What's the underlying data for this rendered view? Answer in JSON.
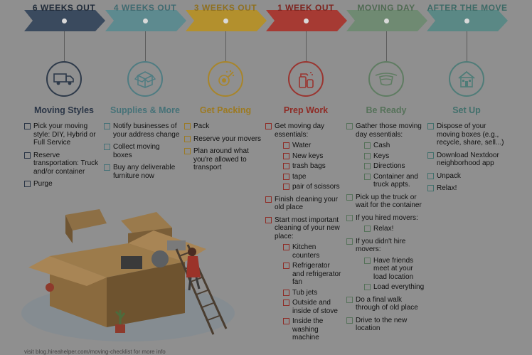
{
  "colors": {
    "navy": "#3a4a5e",
    "teal": "#5d8a8f",
    "mustard": "#b3902d",
    "red": "#a63a33",
    "sage": "#6f8a72",
    "teal2": "#5a8885"
  },
  "stages": [
    {
      "title": "6 WEEKS OUT",
      "color": "#3a4a5e",
      "icon": "truck-icon",
      "column": "Moving Styles"
    },
    {
      "title": "4 WEEKS OUT",
      "color": "#5d8a8f",
      "icon": "open-box-icon",
      "column": "Supplies & More"
    },
    {
      "title": "3 WEEKS OUT",
      "color": "#b3902d",
      "icon": "tape-dispenser-icon",
      "column": "Get Packing"
    },
    {
      "title": "1 WEEK OUT",
      "color": "#a63a33",
      "icon": "cleaning-spray-icon",
      "column": "Prep Work"
    },
    {
      "title": "MOVING DAY",
      "color": "#6f8a72",
      "icon": "fanny-pack-icon",
      "column": "Be Ready"
    },
    {
      "title": "AFTER THE MOVE",
      "color": "#5a8885",
      "icon": "house-icon",
      "column": "Set Up"
    }
  ],
  "lists": {
    "moving_styles": [
      "Pick your moving style: DIY, Hybrid or Full Service",
      "Reserve transportation: Truck and/or container",
      "Purge"
    ],
    "supplies": [
      "Notify businesses of your address change",
      "Collect moving boxes",
      "Buy any deliverable furniture now"
    ],
    "packing": [
      "Pack",
      "Reserve your movers",
      "Plan around what you're allowed to transport"
    ],
    "prep": {
      "item1": "Get moving day essentials:",
      "item1_sub": [
        "Water",
        "New keys",
        "trash bags",
        "tape",
        "pair of scissors"
      ],
      "item2": "Finish cleaning your old place",
      "item3": "Start most important cleaning of your new place:",
      "item3_sub": [
        "Kitchen counters",
        "Refrigerator and refrigerator fan",
        "Tub jets",
        "Outside and inside of stove",
        "Inside the washing machine"
      ]
    },
    "ready": {
      "item1": "Gather those moving day essentials:",
      "item1_sub": [
        "Cash",
        "Keys",
        "Directions",
        "Container and truck appts."
      ],
      "item2": "Pick up the truck or wait for the container",
      "item3": "If you hired movers:",
      "item3_sub": [
        "Relax!"
      ],
      "item4": "If you didn't hire movers:",
      "item4_sub": [
        "Have friends meet at your load location",
        "Load everything"
      ],
      "item5": "Do a final walk through of old place",
      "item6": "Drive to the new location"
    },
    "setup": [
      "Dispose of your moving boxes (e.g., recycle, share, sell...)",
      "Download Nextdoor neighborhood app",
      "Unpack",
      "Relax!"
    ]
  },
  "footer": "visit blog.hireahelper.com/moving-checklist for more info"
}
